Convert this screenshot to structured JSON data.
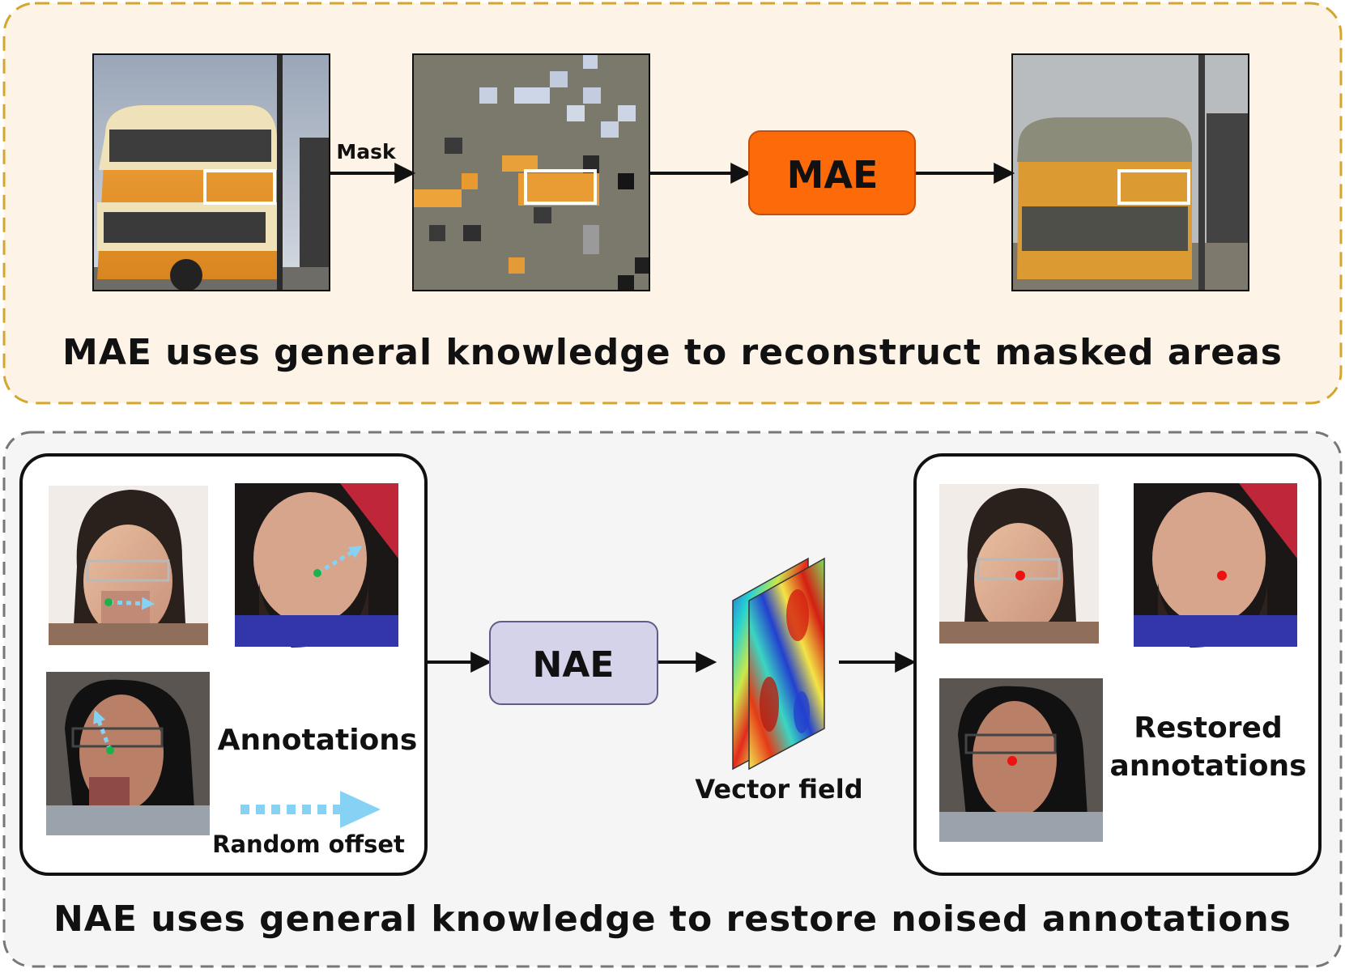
{
  "top_panel": {
    "mask_label": "Mask",
    "model_label": "MAE",
    "caption": "MAE uses general knowledge to reconstruct masked areas",
    "colors": {
      "panel_bg": "#fdf3e7",
      "panel_border": "#d4a72c",
      "model_fill": "#fc6a0a",
      "model_border": "#c4500c"
    }
  },
  "bottom_panel": {
    "annotations_label": "Annotations",
    "random_offset_label": "Random offset",
    "model_label": "NAE",
    "vector_field_label": "Vector field",
    "restored_label_line1": "Restored",
    "restored_label_line2": "annotations",
    "caption": "NAE uses general knowledge to restore noised annotations",
    "colors": {
      "panel_bg": "#f5f5f5",
      "panel_border": "#777777",
      "model_fill": "#d5d3ea",
      "model_border": "#5f5c8a",
      "noisy_point": "#1bb24a",
      "restored_point": "#ee1111",
      "offset_arrow": "#86d2f5"
    }
  }
}
